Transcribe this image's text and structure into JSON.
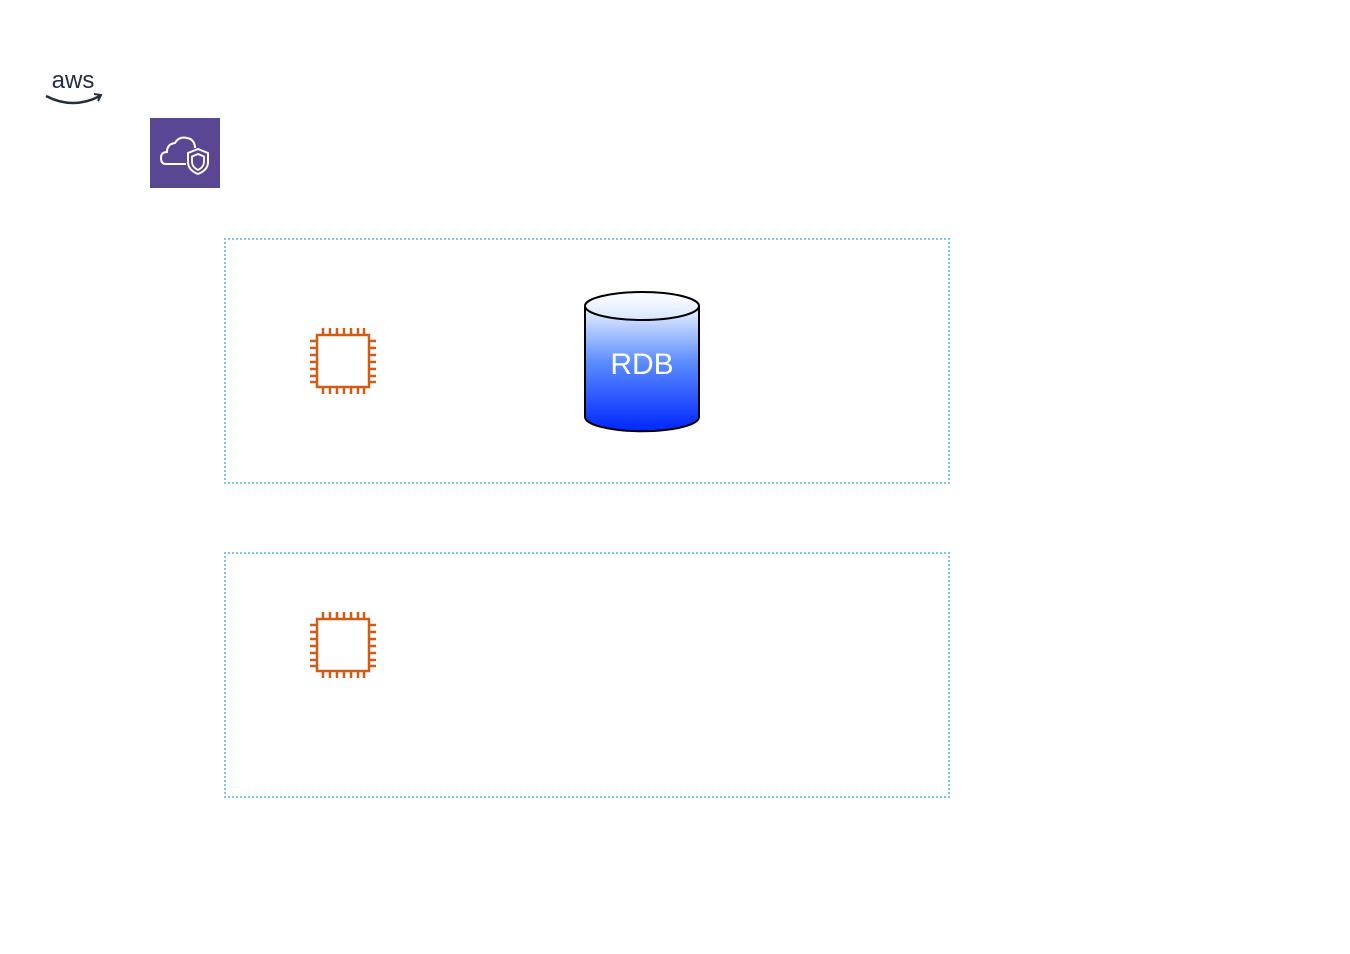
{
  "logo": {
    "text": "aws",
    "icon": "aws-logo"
  },
  "icons": {
    "vpc": "vpc-cloud-shield-icon",
    "compute": "ec2-instance-icon",
    "database": "database-cylinder-icon"
  },
  "database": {
    "label": "RDB"
  },
  "colors": {
    "vpc_icon_bg": "#5a4793",
    "subnet_border": "#7cc8f0",
    "ec2_stroke": "#d05c17",
    "db_gradient_top": "#e8f0ff",
    "db_gradient_bottom": "#0033ff"
  }
}
